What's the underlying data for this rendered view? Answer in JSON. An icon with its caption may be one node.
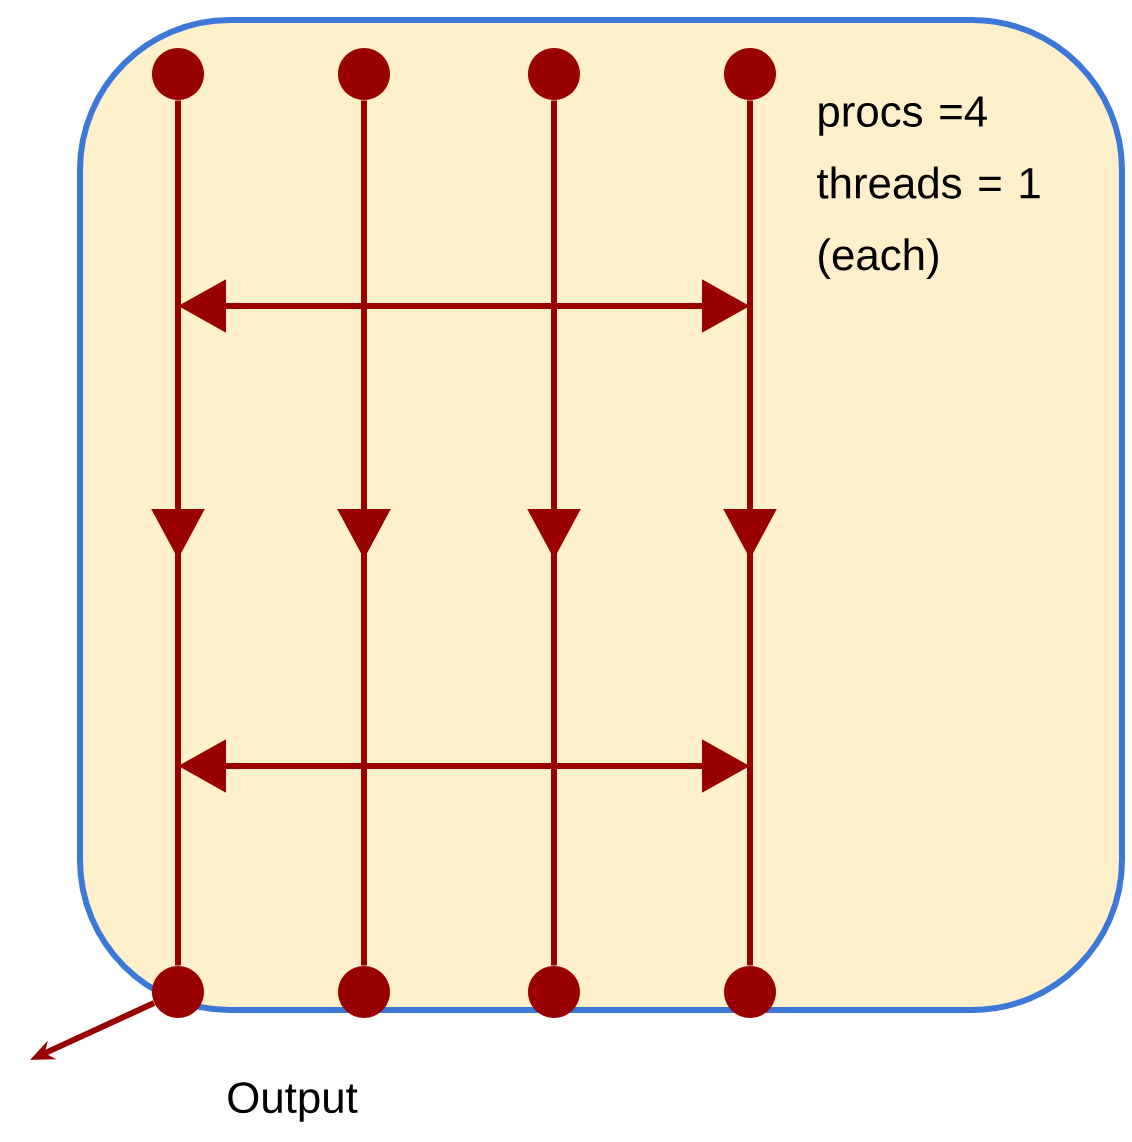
{
  "diagram": {
    "nodes": [
      {
        "text": [
          "procs =4 threads = 1 (each)"
        ]
      },
      {
        "text": [],
        "shape": "circle",
        "in": 0
      },
      {
        "text": [],
        "shape": "circle",
        "in": 0
      },
      {
        "text": [],
        "shape": "circle",
        "in": 0
      },
      {
        "text": [],
        "shape": "circle",
        "in": 0
      },
      {
        "text": [],
        "shape": "circle"
      },
      {
        "text": [],
        "shape": "circle"
      },
      {
        "text": [],
        "shape": "circle"
      },
      {
        "text": [],
        "shape": "circle"
      }
    ],
    "edges": [
      {
        "from": 1,
        "to": 5,
        "arrow": "to"
      },
      {
        "from": 2,
        "to": 6,
        "arrow": "to"
      },
      {
        "from": 3,
        "to": 7,
        "arrow": "to"
      },
      {
        "from": 4,
        "to": 8,
        "arrow": "to"
      },
      {
        "from": 5,
        "to": null,
        "arrow": "to"
      }
    ],
    "labels": [
      "Output"
    ]
  }
}
